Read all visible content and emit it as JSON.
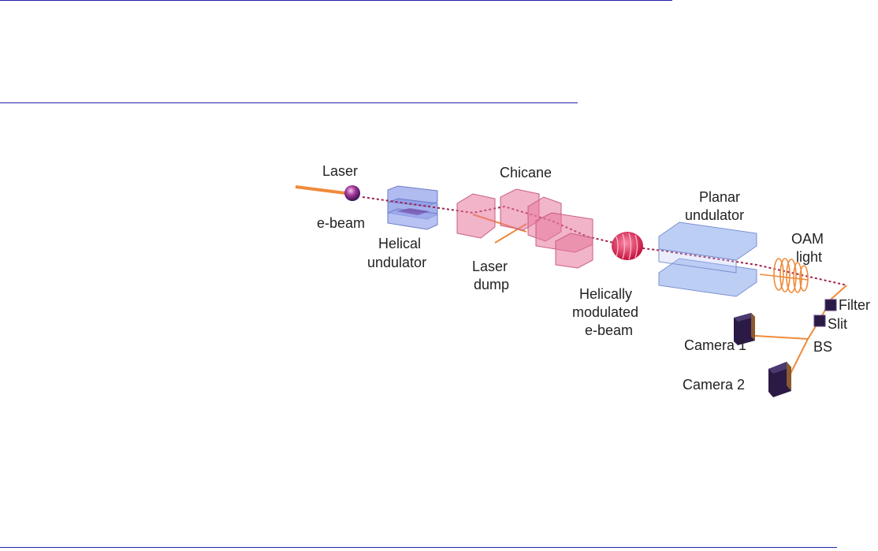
{
  "labels": {
    "laser": "Laser",
    "ebeam": "e-beam",
    "helical_undulator": [
      "Helical",
      "undulator"
    ],
    "chicane": "Chicane",
    "laser_dump": [
      "Laser",
      "dump"
    ],
    "helically_modulated": [
      "Helically",
      "modulated",
      "e-beam"
    ],
    "planar_undulator": [
      "Planar",
      "undulator"
    ],
    "oam_light": [
      "OAM",
      "light"
    ],
    "filter": "Filter",
    "slit": "Slit",
    "bs": "BS",
    "camera1": "Camera 1",
    "camera2": "Camera 2"
  },
  "colors": {
    "rule": "#2222aa",
    "laser_beam": "#f08a3a",
    "ebeam_line": "#a0204a",
    "helical_magnet": "#9aa8ee",
    "chicane_magnet": "#e6769a",
    "planar_magnet": "#9ab4f0",
    "camera": "#2a1a45",
    "text": "#222222"
  }
}
